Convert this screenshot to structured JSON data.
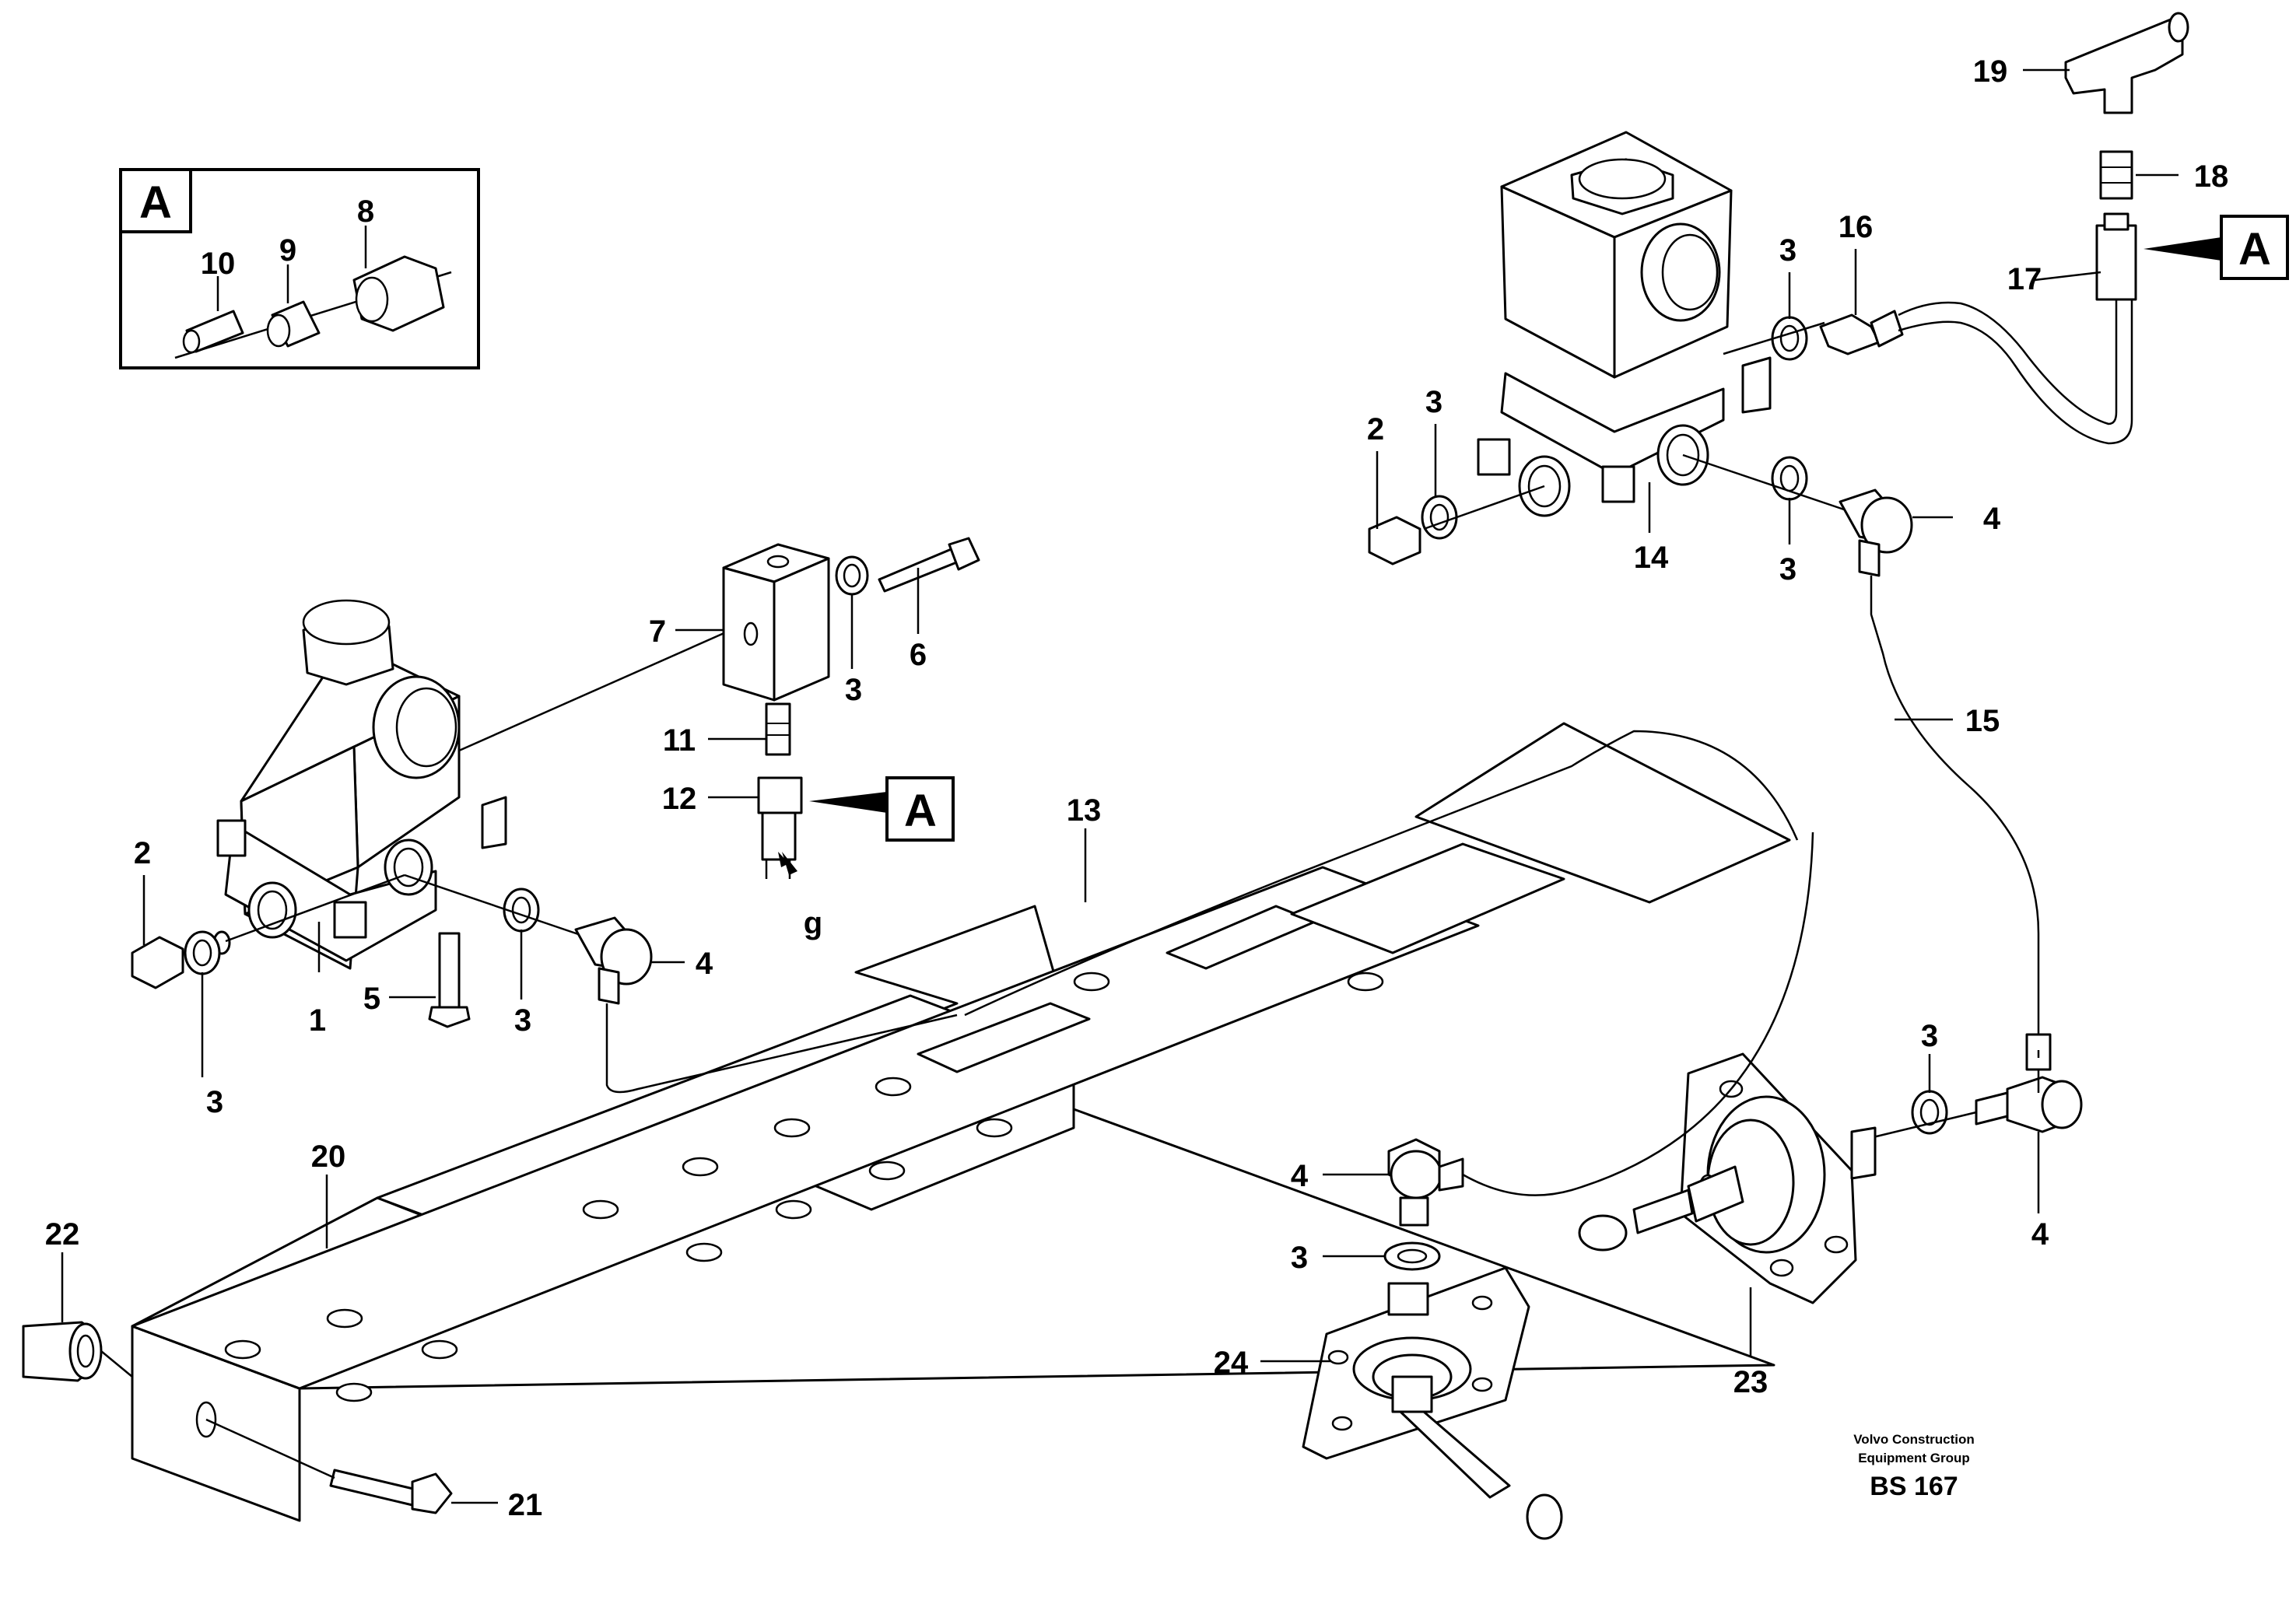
{
  "diagram": {
    "callouts": [
      "1",
      "2",
      "3",
      "4",
      "5",
      "6",
      "7",
      "8",
      "9",
      "10",
      "11",
      "12",
      "13",
      "14",
      "15",
      "16",
      "17",
      "18",
      "19",
      "20",
      "21",
      "22",
      "23",
      "24"
    ],
    "detail_marker": "A",
    "pipe_end_marker": "g",
    "publisher_line1": "Volvo Construction",
    "publisher_line2": "Equipment Group",
    "drawing_code": "BS 167"
  }
}
